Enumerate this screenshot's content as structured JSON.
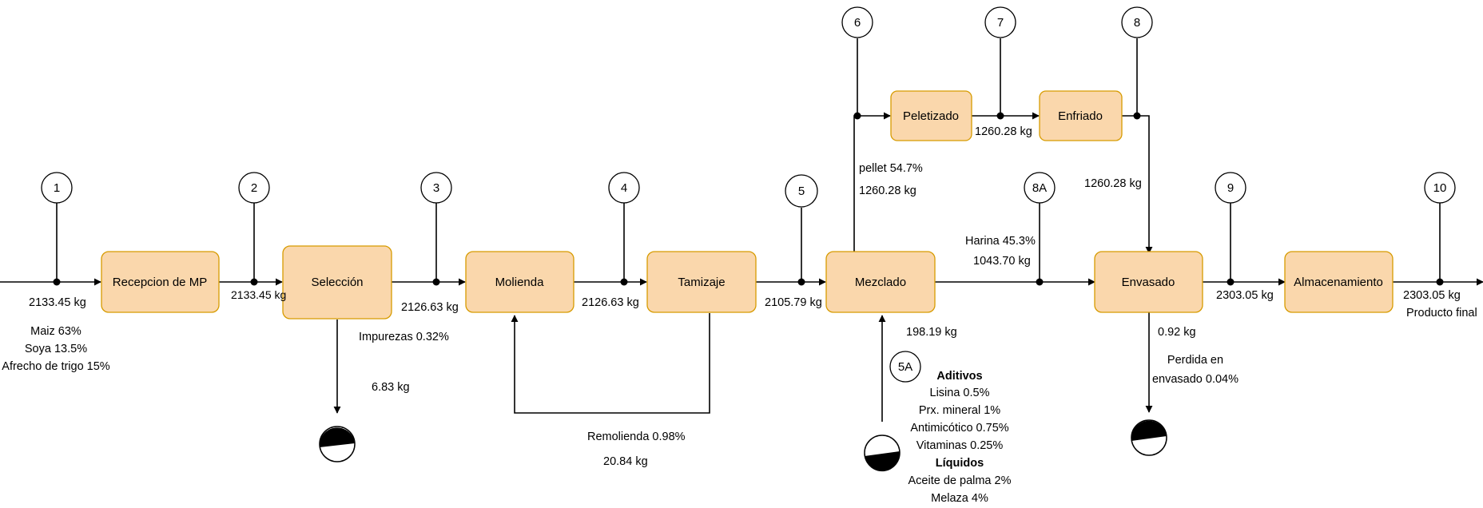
{
  "nodes": {
    "recepcion": "Recepcion de MP",
    "seleccion": "Selección",
    "molienda": "Molienda",
    "tamizaje": "Tamizaje",
    "mezclado": "Mezclado",
    "envasado": "Envasado",
    "almacenamiento": "Almacenamiento",
    "peletizado": "Peletizado",
    "enfriado": "Enfriado"
  },
  "points": [
    "1",
    "2",
    "3",
    "4",
    "5",
    "6",
    "7",
    "8",
    "8A",
    "9",
    "10",
    "5A"
  ],
  "labels": {
    "p1_mass": "2133.45 kg",
    "maiz": "Maiz  63%",
    "soya": "Soya 13.5%",
    "afrecho": "Afrecho de trigo 15%",
    "p2_mass": "2133.45 kg",
    "p3_mass": "2126.63 kg",
    "impurezas": "Impurezas 0.32%",
    "impurezas_mass": "6.83 kg",
    "p4_mass": "2126.63 kg",
    "p5_mass": "2105.79 kg",
    "remolienda": "Remolienda 0.98%",
    "remolienda_mass": "20.84 kg",
    "pellet": "pellet 54.7%",
    "pellet_mass": "1260.28 kg",
    "p7_mass": "1260.28 kg",
    "p8_mass": "1260.28 kg",
    "harina": "Harina  45.3%",
    "harina_mass": "1043.70 kg",
    "aditivos_mass": "198.19 kg",
    "aditivos": "Aditivos",
    "lisina": "Lisina 0.5%",
    "prx": "Prx. mineral 1%",
    "antimicotico": "Antimicótico 0.75%",
    "vitaminas": "Vitaminas 0.25%",
    "liquidos": "Líquidos",
    "aceite": "Aceite de palma 2%",
    "melaza": "Melaza 4%",
    "envasado_loss_mass": "0.92 kg",
    "perdida_1": "Perdida en",
    "perdida_2": "envasado 0.04%",
    "p9_mass": "2303.05 kg",
    "p10_mass": "2303.05 kg",
    "producto_final": "Producto final"
  }
}
